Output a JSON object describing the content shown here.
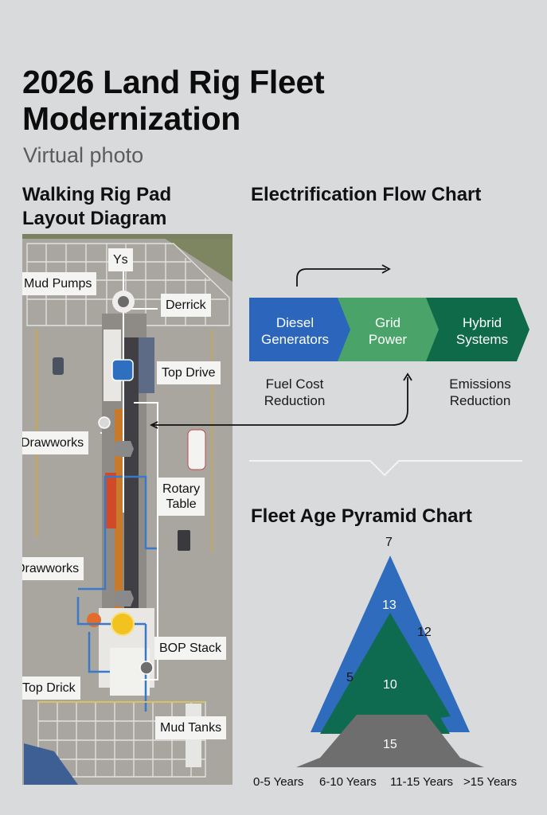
{
  "header": {
    "title_line1": "2026 Land Rig Fleet",
    "title_line2": "Modernization",
    "subtitle": "Virtual photo"
  },
  "pad_layout": {
    "title_line1": "Walking Rig Pad",
    "title_line2": "Layout Diagram",
    "labels": {
      "ys": "Ys",
      "mud_pumps": "Mud Pumps",
      "derrick": "Derrick",
      "top_drive": "Top Drive",
      "drawworks_1": "Drawworks",
      "rotary_table_1": "Rotary",
      "rotary_table_2": "Table",
      "drawworks_2": "Drawworks",
      "bop_stack": "BOP Stack",
      "top_drick": "Top Drick",
      "mud_tanks": "Mud Tanks"
    },
    "colors": {
      "top_drive_marker": "#2f6fbf",
      "pipe_lines": "#3a78c8",
      "accent_marker": "#f2c21f"
    }
  },
  "flow_chart": {
    "title": "Electrification Flow Chart",
    "steps": [
      {
        "line1": "Diesel",
        "line2": "Generators",
        "color": "#2b66bc"
      },
      {
        "line1": "Grid",
        "line2": "Power",
        "color": "#4aa46a"
      },
      {
        "line1": "Hybrid",
        "line2": "Systems",
        "color": "#0f6a4a"
      }
    ],
    "captions": [
      {
        "line1": "Fuel Cost",
        "line2": "Reduction"
      },
      {
        "line1": "Emissions",
        "line2": "Reduction"
      }
    ]
  },
  "chart_data": {
    "type": "pyramid",
    "title": "Fleet Age Pyramid Chart",
    "categories": [
      "0-5 Years",
      "6-10 Years",
      "11-15 Years",
      ">15 Years"
    ],
    "layers": [
      {
        "name": "top",
        "value": 13,
        "color": "#2f6cbd"
      },
      {
        "name": "middle",
        "value": 10,
        "color": "#0f6b50"
      },
      {
        "name": "base",
        "value": 15,
        "color": "#6e6e6e"
      }
    ],
    "annotations": [
      {
        "text": "7",
        "position": "apex"
      },
      {
        "text": "12",
        "position": "right-edge"
      },
      {
        "text": "5",
        "position": "left-edge"
      }
    ]
  }
}
